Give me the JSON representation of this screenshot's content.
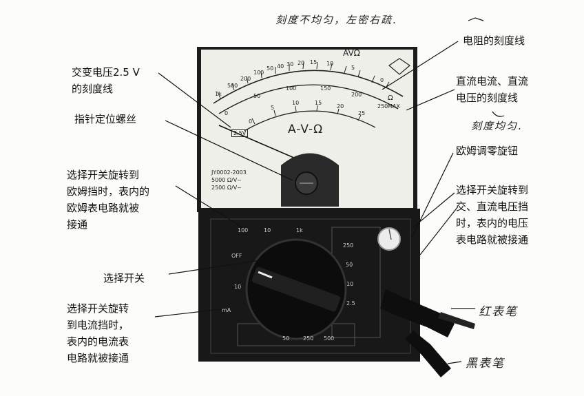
{
  "annotations": {
    "top_handwritten": "刻度不均匀，左密右疏.",
    "resistance_scale": "电阻的刻度线",
    "ac_scale_line1": "交变电压2.5 V",
    "ac_scale_line2": "的刻度线",
    "pointer_screw": "指针定位螺丝",
    "ohm_mode_line1": "选择开关旋转到",
    "ohm_mode_line2": "欧姆挡时，表内的",
    "ohm_mode_line3": "欧姆表电路就被",
    "ohm_mode_line4": "接通",
    "selector_switch": "选择开关",
    "current_mode_line1": "选择开关旋转",
    "current_mode_line2": "到电流挡时，",
    "current_mode_line3": "表内的电流表",
    "current_mode_line4": "电路就被接通",
    "dc_scale_line1": "直流电流、直流",
    "dc_scale_line2": "电压的刻度线",
    "dc_handwritten": "刻度均匀.",
    "ohm_zero_knob": "欧姆调零旋钮",
    "voltage_mode_line1": "选择开关旋转到",
    "voltage_mode_line2": "交、直流电压挡",
    "voltage_mode_line3": "时，表内的电压",
    "voltage_mode_line4": "表电路就被接通",
    "red_probe": "红表笔",
    "black_probe": "黑表笔"
  },
  "meter_face": {
    "brand_text": "AVΩ",
    "unit_text": "A-V-Ω",
    "model": "JY0002-2003",
    "spec1": "5000 Ω/V~",
    "spec2": "2500 Ω/V~",
    "scale_label_ac": "2.5V",
    "omega_symbol": "Ω",
    "max_label": "MAX",
    "ohm_ticks": [
      "1k",
      "500",
      "200",
      "100",
      "50",
      "40",
      "30",
      "20",
      "15",
      "10",
      "5",
      "0"
    ],
    "dc_ticks": [
      "0",
      "50",
      "100",
      "150",
      "200",
      "250"
    ],
    "ac_ticks": [
      "0",
      "5",
      "10",
      "15",
      "20",
      "25"
    ]
  },
  "panel": {
    "dial_labels": [
      "OFF",
      "10",
      "100",
      "mA",
      "1k",
      "10",
      "250",
      "50",
      "10",
      "2.5",
      "50",
      "250",
      "500"
    ]
  },
  "colors": {
    "case": "#1a1a1a",
    "face": "#f2f2ee",
    "ink": "#111111"
  }
}
